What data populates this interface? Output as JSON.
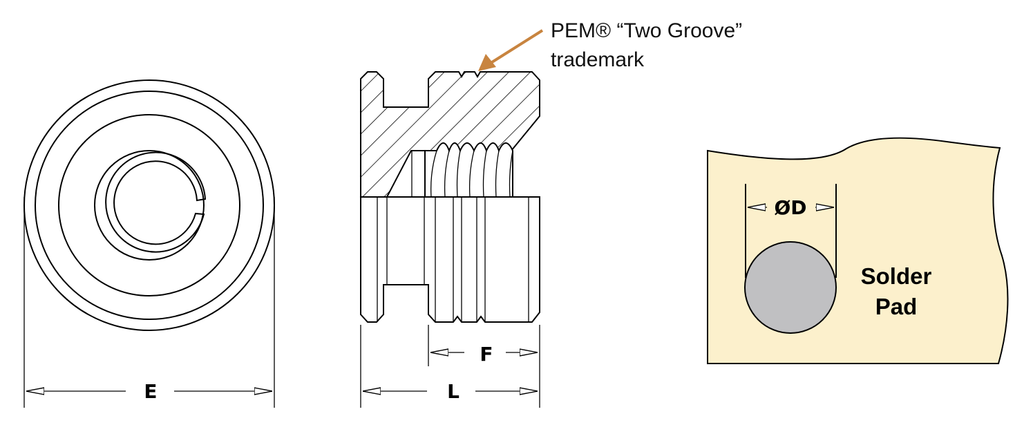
{
  "labels": {
    "e": "E",
    "l": "L",
    "f": "F",
    "d": "ØD",
    "pem_line1": "PEM® “Two Groove”",
    "pem_line2": "trademark",
    "solder_line1": "Solder",
    "solder_line2": "Pad"
  },
  "colors": {
    "line": "#000000",
    "callout_arrow": "#c8843f",
    "pad_fill": "#fcf0cc",
    "ball_fill": "#c0c0c2"
  }
}
